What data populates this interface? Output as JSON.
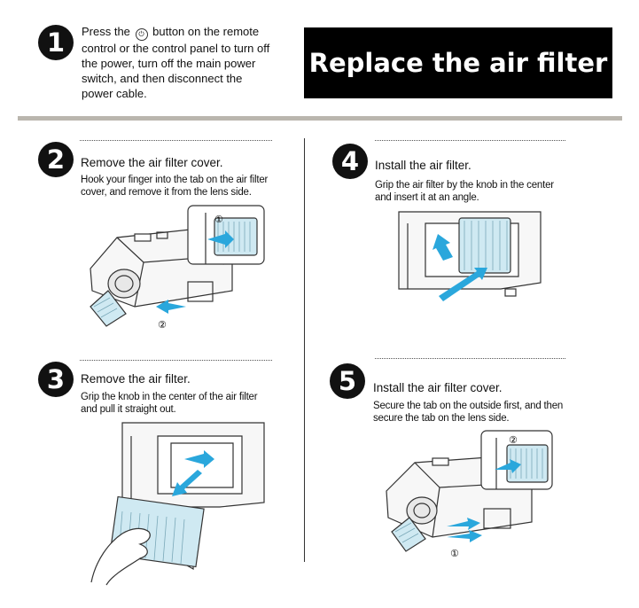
{
  "banner": {
    "title": "Replace the air filter"
  },
  "step1": {
    "number": "1",
    "lines": [
      "Press the ",
      " button on the remote",
      "control or the control panel to turn off",
      "the power, turn off the main power",
      "switch, and then disconnect the",
      "power cable."
    ]
  },
  "step2": {
    "number": "2",
    "heading": "Remove the air filter cover.",
    "desc": [
      "Hook your finger into the tab on the air filter",
      "cover, and remove it from the lens side."
    ],
    "callouts": [
      "①",
      "②"
    ]
  },
  "step3": {
    "number": "3",
    "heading": "Remove the air filter.",
    "desc": [
      "Grip the knob in the center of the air filter",
      "and pull it straight out."
    ]
  },
  "step4": {
    "number": "4",
    "heading": "Install the air filter.",
    "desc": [
      "Grip the air filter by the knob in the center",
      "and insert it at an angle."
    ]
  },
  "step5": {
    "number": "5",
    "heading": "Install the air filter cover.",
    "desc": [
      "Secure the tab on the outside first, and then",
      "secure the tab on the lens side."
    ],
    "callouts": [
      "②",
      "①"
    ]
  },
  "colors": {
    "arrow": "#2aa7dc",
    "filter": "#cfe9f2",
    "rule": "#bab6ae"
  },
  "icons": [
    "power-button-icon"
  ]
}
